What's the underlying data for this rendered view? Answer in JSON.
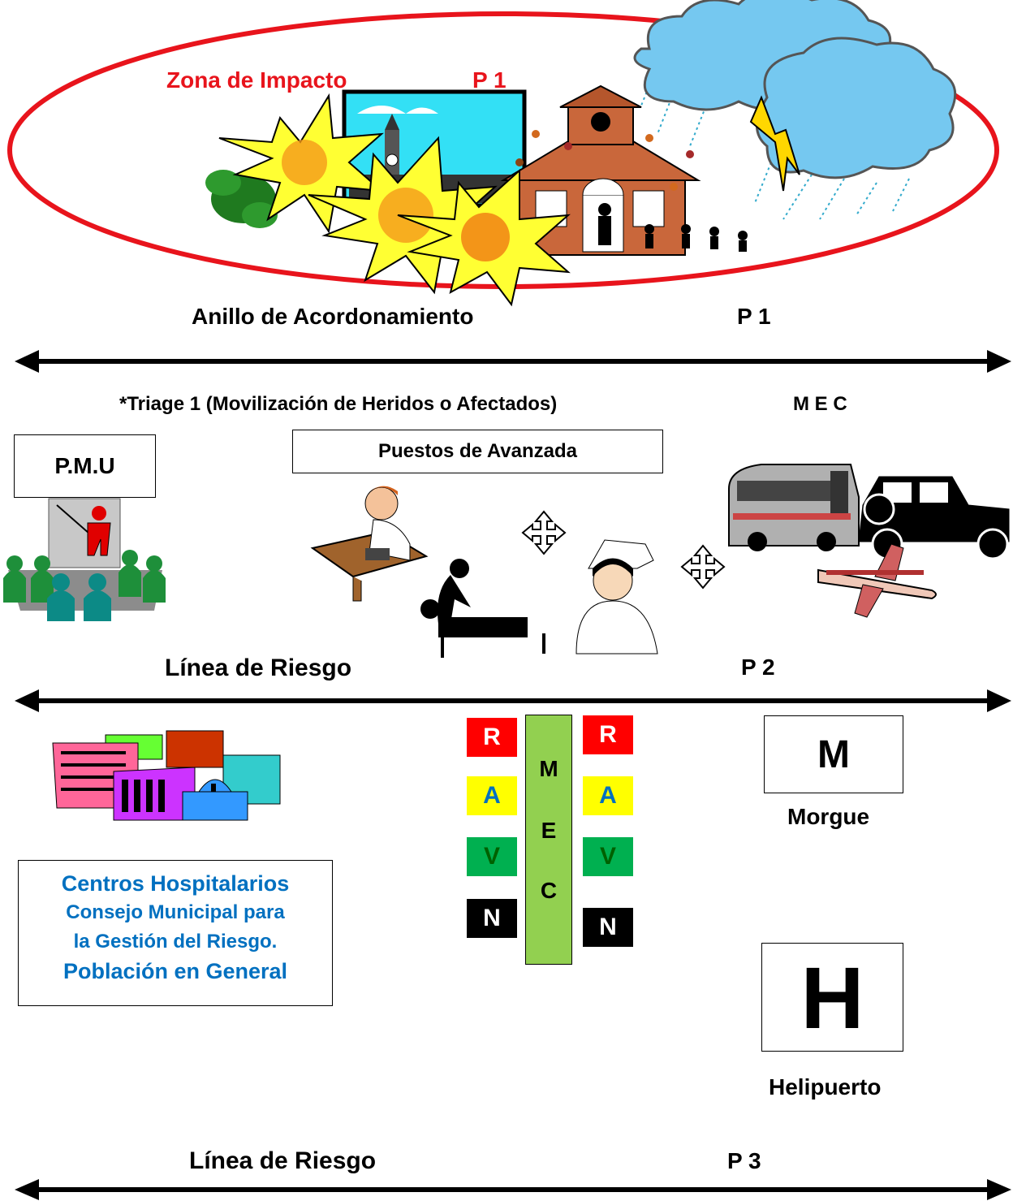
{
  "zone": {
    "impact_label": "Zona de Impacto",
    "impact_level": "P 1"
  },
  "ring": {
    "label": "Anillo de Acordonamiento",
    "level": "P 1"
  },
  "triage": {
    "label": "*Triage  1 (Movilización de Heridos o Afectados)",
    "mec": "M E C"
  },
  "pmu": {
    "label": "P.M.U"
  },
  "advance_posts": {
    "label": "Puestos de Avanzada"
  },
  "risk_line_2": {
    "label": "Línea de Riesgo",
    "level": "P 2"
  },
  "triage_left": [
    {
      "letter": "R",
      "bg": "#ff0000",
      "color": "#ffffff"
    },
    {
      "letter": "A",
      "bg": "#ffff00",
      "color": "#0070c0"
    },
    {
      "letter": "V",
      "bg": "#00b050",
      "color": "#006100"
    },
    {
      "letter": "N",
      "bg": "#000000",
      "color": "#ffffff"
    }
  ],
  "triage_right": [
    {
      "letter": "R",
      "bg": "#ff0000",
      "color": "#ffffff"
    },
    {
      "letter": "A",
      "bg": "#ffff00",
      "color": "#0070c0"
    },
    {
      "letter": "V",
      "bg": "#00b050",
      "color": "#006100"
    },
    {
      "letter": "N",
      "bg": "#000000",
      "color": "#ffffff"
    }
  ],
  "mec_column": {
    "letters": [
      "M",
      "E",
      "C"
    ]
  },
  "morgue": {
    "letter": "M",
    "label": "Morgue"
  },
  "heliport": {
    "letter": "H",
    "label": "Helipuerto"
  },
  "hospitals": {
    "lines": [
      "Centros Hospitalarios",
      "Consejo Municipal para",
      "la Gestión del Riesgo.",
      "Población en General"
    ]
  },
  "risk_line_3": {
    "label": "Línea de Riesgo",
    "level": "P 3"
  },
  "colors": {
    "impact_red": "#e8141c",
    "text_blue": "#0070c0",
    "mec_green": "#92d050"
  }
}
